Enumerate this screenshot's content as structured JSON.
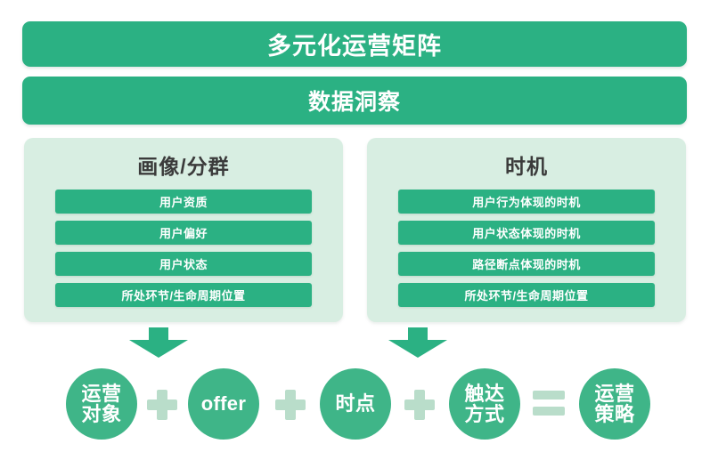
{
  "header": {
    "title": "多元化运营矩阵",
    "subtitle": "数据洞察"
  },
  "panels": [
    {
      "title": "画像/分群",
      "items": [
        "用户资质",
        "用户偏好",
        "用户状态",
        "所处环节/生命周期位置"
      ]
    },
    {
      "title": "时机",
      "items": [
        "用户行为体现的时机",
        "用户状态体现的时机",
        "路径断点体现的时机",
        "所处环节/生命周期位置"
      ]
    }
  ],
  "arrows": [
    {
      "name": "down-arrow-left",
      "direction": "down"
    },
    {
      "name": "down-arrow-right",
      "direction": "down"
    }
  ],
  "formula": {
    "terms": [
      {
        "lines": [
          "运营",
          "对象"
        ],
        "script": "cjk"
      },
      {
        "lines": [
          "offer"
        ],
        "script": "latin"
      },
      {
        "lines": [
          "时点"
        ],
        "script": "cjk"
      },
      {
        "lines": [
          "触达",
          "方式"
        ],
        "script": "cjk"
      },
      {
        "lines": [
          "运营",
          "策略"
        ],
        "script": "cjk"
      }
    ],
    "operators": [
      "+",
      "+",
      "+",
      "="
    ]
  },
  "colors": {
    "brand_green": "#2bb183",
    "circle_green": "#3fb588",
    "panel_bg": "#d8eee2",
    "operator_green": "#b9ddca",
    "banner_text": "#ffffff",
    "panel_title_text": "#3b3b3b",
    "page_bg": "#ffffff"
  }
}
